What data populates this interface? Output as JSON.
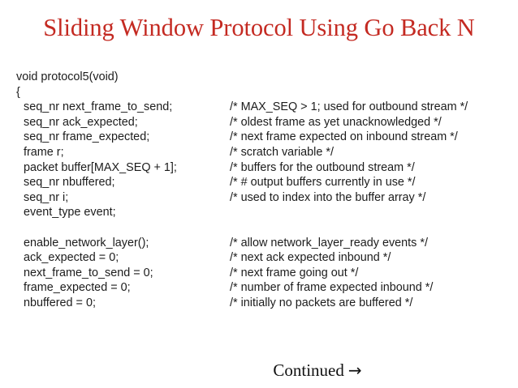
{
  "slide": {
    "title": "Sliding Window Protocol Using Go Back N",
    "title_color": "#c42a22",
    "body_text_color": "#1c1c1c",
    "background_color": "#ffffff"
  },
  "code": {
    "language": "C",
    "lines": [
      {
        "indent": 0,
        "statement": "void protocol5(void)",
        "comment": ""
      },
      {
        "indent": 0,
        "statement": "{",
        "comment": ""
      },
      {
        "indent": 2,
        "statement": "seq_nr next_frame_to_send;",
        "comment": "/* MAX_SEQ > 1; used for outbound stream */"
      },
      {
        "indent": 2,
        "statement": "seq_nr ack_expected;",
        "comment": "/* oldest frame as yet unacknowledged */"
      },
      {
        "indent": 2,
        "statement": "seq_nr frame_expected;",
        "comment": "/* next frame expected on inbound stream */"
      },
      {
        "indent": 2,
        "statement": "frame r;",
        "comment": "/* scratch variable */"
      },
      {
        "indent": 2,
        "statement": "packet buffer[MAX_SEQ + 1];",
        "comment": "/* buffers for the outbound stream */"
      },
      {
        "indent": 2,
        "statement": "seq_nr nbuffered;",
        "comment": "/* # output buffers currently in use */"
      },
      {
        "indent": 2,
        "statement": "seq_nr i;",
        "comment": "/* used to index into the buffer array */"
      },
      {
        "indent": 2,
        "statement": "event_type event;",
        "comment": ""
      },
      {
        "indent": 2,
        "statement": "",
        "comment": ""
      },
      {
        "indent": 2,
        "statement": "enable_network_layer();",
        "comment": "/* allow network_layer_ready events */"
      },
      {
        "indent": 2,
        "statement": "ack_expected = 0;",
        "comment": "/* next ack expected inbound */"
      },
      {
        "indent": 2,
        "statement": "next_frame_to_send = 0;",
        "comment": "/* next frame going out */"
      },
      {
        "indent": 2,
        "statement": "frame_expected = 0;",
        "comment": "/* number of frame expected inbound */"
      },
      {
        "indent": 2,
        "statement": "nbuffered = 0;",
        "comment": "/* initially no packets are buffered */"
      }
    ]
  },
  "footer": {
    "continued_label": "Continued",
    "arrow_glyph": "→"
  }
}
